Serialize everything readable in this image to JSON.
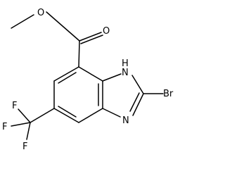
{
  "molecule": {
    "atoms": {
      "ester_oxygen": "O",
      "carbonyl_oxygen": "O",
      "nh_nitrogen": "H\nN",
      "imine_nitrogen": "N",
      "bromine": "Br",
      "fluorine_top": "F",
      "fluorine_left": "F",
      "fluorine_bottom": "F"
    }
  }
}
